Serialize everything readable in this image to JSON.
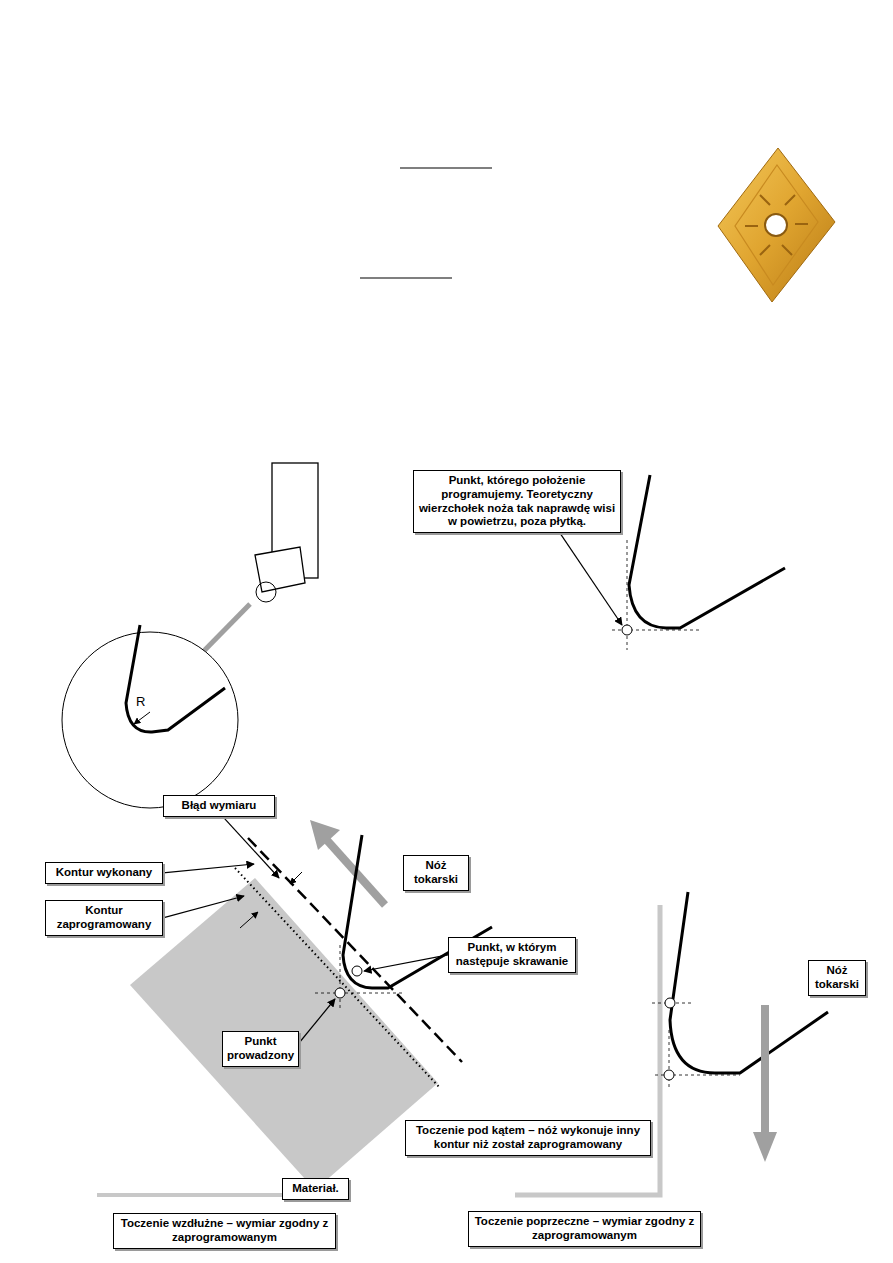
{
  "diagram": {
    "nodes": [
      {
        "text": [
          "Punkt, którego położenie programujemy. Teoretyczny wierzchołek noża tak naprawdę wisi w powietrzu, poza płytką."
        ]
      },
      {
        "text": [
          "Błąd wymiaru"
        ]
      },
      {
        "text": [
          "Kontur wykonany"
        ]
      },
      {
        "text": [
          "Nóż tokarski"
        ]
      },
      {
        "text": [
          "Kontur zaprogramowany"
        ]
      },
      {
        "text": [
          "Punkt, w którym następuje skrawanie"
        ]
      },
      {
        "text": [
          "Nóż tokarski"
        ]
      },
      {
        "text": [
          "Punkt prowadzony"
        ]
      },
      {
        "text": [
          "Toczenie pod kątem – nóż wykonuje inny kontur niż został zaprogramowany"
        ]
      },
      {
        "text": [
          "Materiał."
        ]
      },
      {
        "text": [
          "Toczenie wzdłużne – wymiar zgodny z zaprogramowanym"
        ]
      },
      {
        "text": [
          "Toczenie poprzeczne – wymiar zgodny z zaprogramowanym"
        ]
      }
    ],
    "labels": [
      "R"
    ]
  }
}
